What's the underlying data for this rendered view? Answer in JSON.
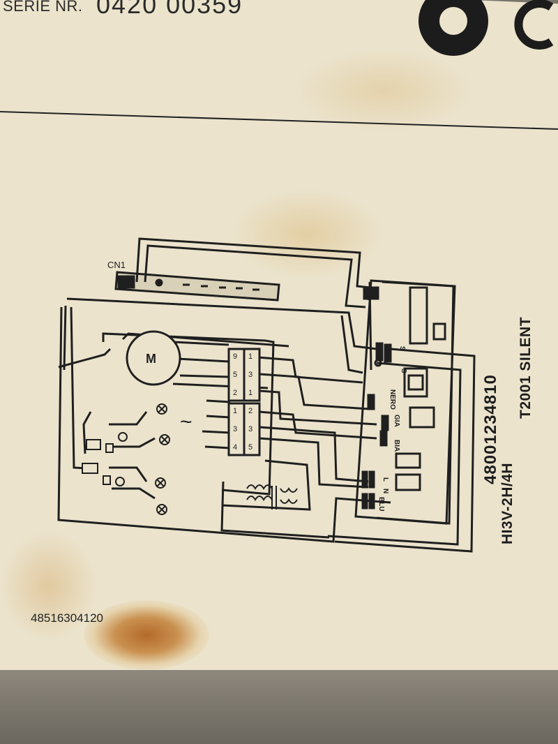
{
  "plate": {
    "serie_label": "SERIE NR.",
    "serie_number": "0420 00359"
  },
  "diagram": {
    "connector": "CN1",
    "motor": "M",
    "ac_symbol": "~",
    "motor_taps": [
      "9",
      "1",
      "5",
      "3",
      "2",
      "1"
    ],
    "switch_pins": [
      "1",
      "2",
      "3",
      "3",
      "4",
      "5"
    ],
    "pcb_labels": {
      "s1": "S",
      "s2": "S",
      "nero": "NERO",
      "gia": "GIA",
      "bia": "BIA",
      "l": "L",
      "n": "N",
      "blu": "BLU"
    }
  },
  "model": {
    "code": "48001234810",
    "name": "HI3V-2H/4H",
    "variant": "T2001 SILENT"
  },
  "footer": {
    "part_number": "48516304120"
  },
  "colors": {
    "paper": "#ebe3cc",
    "ink": "#1f1f1f",
    "stain": "#b36a2a"
  }
}
